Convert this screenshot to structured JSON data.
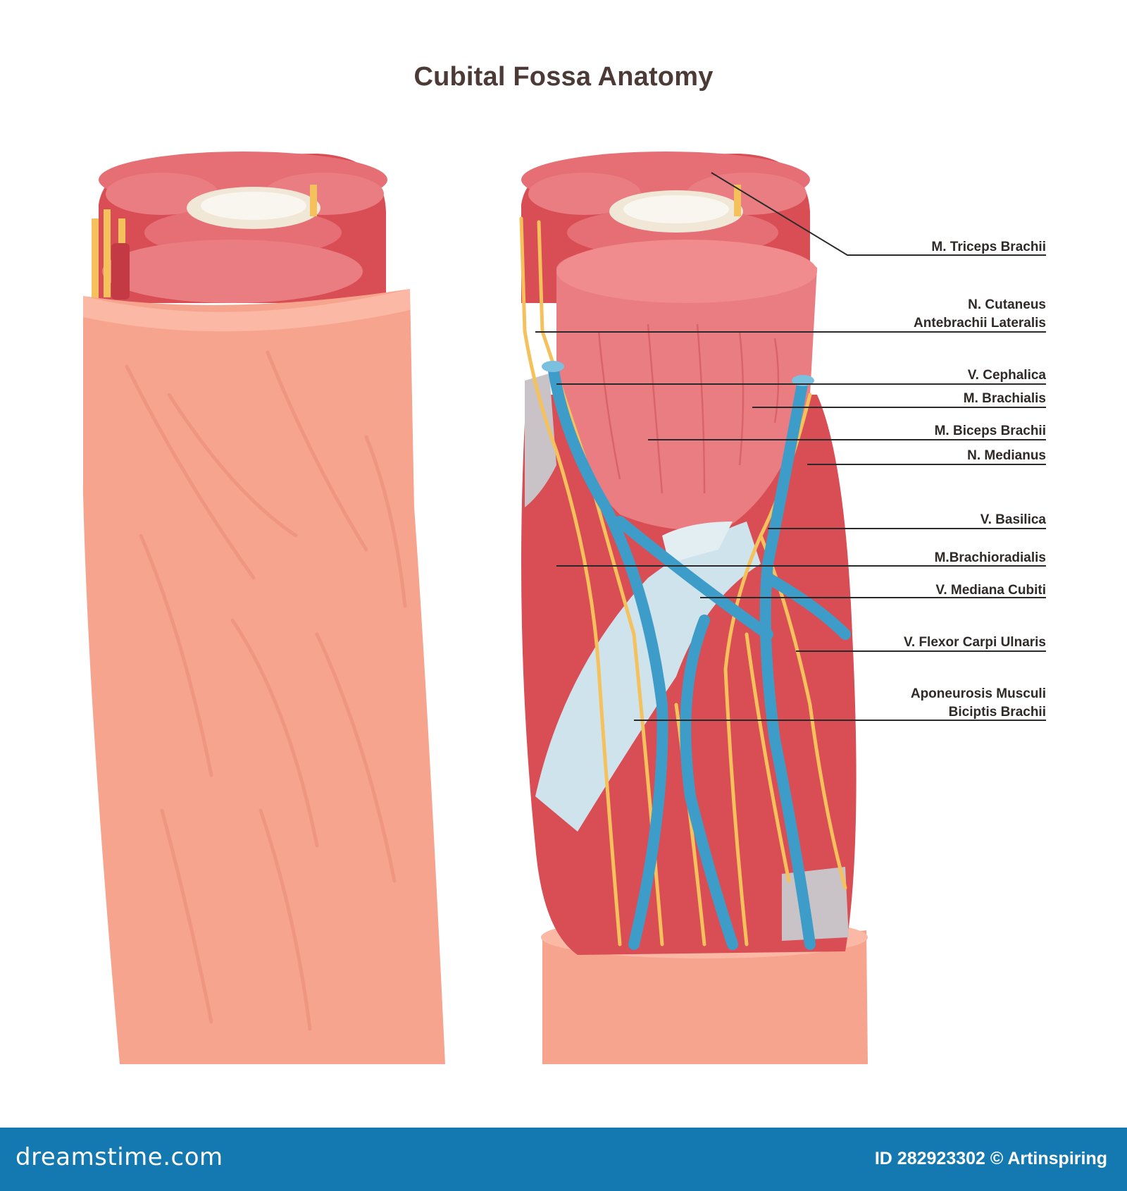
{
  "title": "Cubital Fossa Anatomy",
  "labels": [
    {
      "id": "triceps",
      "lines": [
        "M. Triceps Brachii"
      ]
    },
    {
      "id": "cutaneus",
      "lines": [
        "N. Cutaneus",
        "Antebrachii Lateralis"
      ]
    },
    {
      "id": "cephalica",
      "lines": [
        "V. Cephalica"
      ]
    },
    {
      "id": "brachialis",
      "lines": [
        "M. Brachialis"
      ]
    },
    {
      "id": "biceps",
      "lines": [
        "M. Biceps Brachii"
      ]
    },
    {
      "id": "medianus",
      "lines": [
        "N. Medianus"
      ]
    },
    {
      "id": "basilica",
      "lines": [
        "V. Basilica"
      ]
    },
    {
      "id": "brachioradialis",
      "lines": [
        "M.Brachioradialis"
      ]
    },
    {
      "id": "mediana-cubiti",
      "lines": [
        "V. Mediana Cubiti"
      ]
    },
    {
      "id": "flexor-carpi",
      "lines": [
        "V. Flexor Carpi Ulnaris"
      ]
    },
    {
      "id": "aponeurosis",
      "lines": [
        "Aponeurosis Musculi",
        "Biciptis Brachii"
      ]
    }
  ],
  "footer": {
    "brand": "dreamstime.com",
    "stock_id": "ID 282923302 © Artinspiring"
  },
  "colors": {
    "skin": "#f7a48e",
    "skin_dark": "#ee9680",
    "muscle": "#d84e54",
    "muscle_light": "#e87e82",
    "vein": "#3e9dc8",
    "nerve": "#f4c15c",
    "aponeurosis": "#cfe3ec",
    "bone": "#f1e7d6",
    "footer": "#1479b0"
  }
}
